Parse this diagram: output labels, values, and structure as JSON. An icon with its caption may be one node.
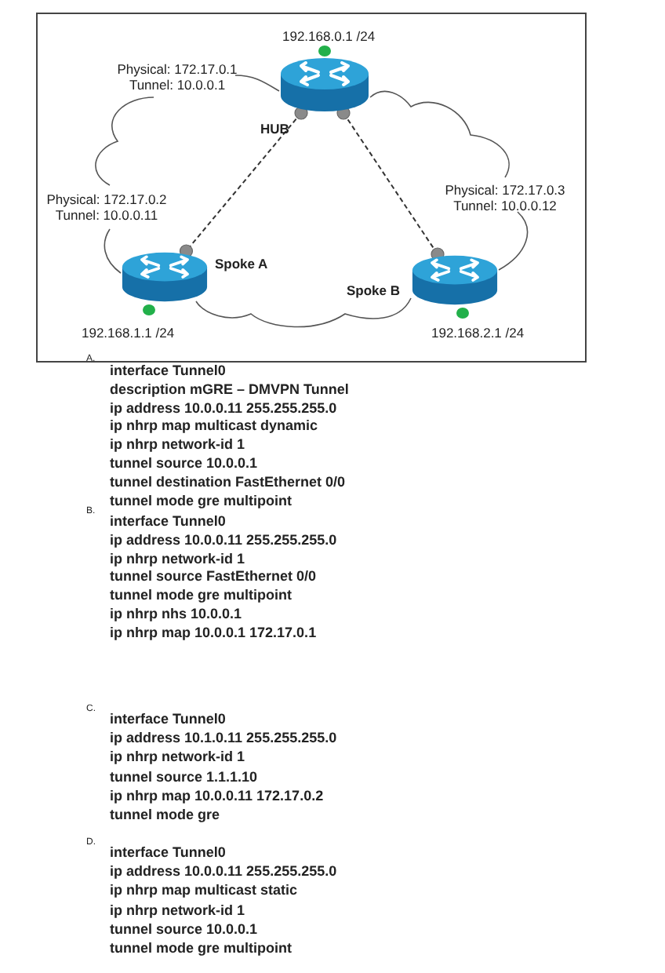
{
  "diagram": {
    "nodes": [
      {
        "text": [
          "HUB"
        ],
        "beside": [
          "192.168.0.1 /24",
          "Physical: 172.17.0.1 Tunnel: 10.0.0.1"
        ]
      },
      {
        "text": [
          "Spoke A"
        ],
        "beside": [
          "192.168.1.1 /24",
          "Physical: 172.17.0.2 Tunnel: 10.0.0.11"
        ]
      },
      {
        "text": [
          "Spoke B"
        ],
        "beside": [
          "192.168.2.1 /24",
          "Physical: 172.17.0.3 Tunnel: 10.0.0.12"
        ]
      }
    ],
    "edges": [
      {
        "from": 0,
        "to": 1,
        "arrow": "none",
        "style": "dashed"
      },
      {
        "from": 0,
        "to": 2,
        "arrow": "none",
        "style": "dashed"
      }
    ],
    "labels": [
      "A.",
      "interface Tunnel0",
      "description mGRE – DMVPN Tunnel",
      "ip address 10.0.0.11 255.255.255.0",
      "ip nhrp map multicast dynamic",
      "ip nhrp network-id 1",
      "tunnel source 10.0.0.1",
      "tunnel destination FastEthernet 0/0",
      "tunnel mode gre multipoint",
      "B.",
      "interface Tunnel0",
      "ip address 10.0.0.11 255.255.255.0",
      "ip nhrp network-id 1",
      "tunnel source FastEthernet 0/0",
      "tunnel mode gre multipoint",
      "ip nhrp nhs 10.0.0.1",
      "ip nhrp map 10.0.0.1 172.17.0.1",
      "C.",
      "interface Tunnel0",
      "ip address 10.1.0.11 255.255.255.0",
      "ip nhrp network-id 1",
      "tunnel source 1.1.1.10",
      "ip nhrp map 10.0.0.11 172.17.0.2",
      "tunnel mode gre",
      "D.",
      "interface Tunnel0",
      "ip address 10.0.0.11 255.255.255.0",
      "ip nhrp map multicast static",
      "ip nhrp network-id 1",
      "tunnel source 10.0.0.1",
      "tunnel mode gre multipoint"
    ]
  }
}
